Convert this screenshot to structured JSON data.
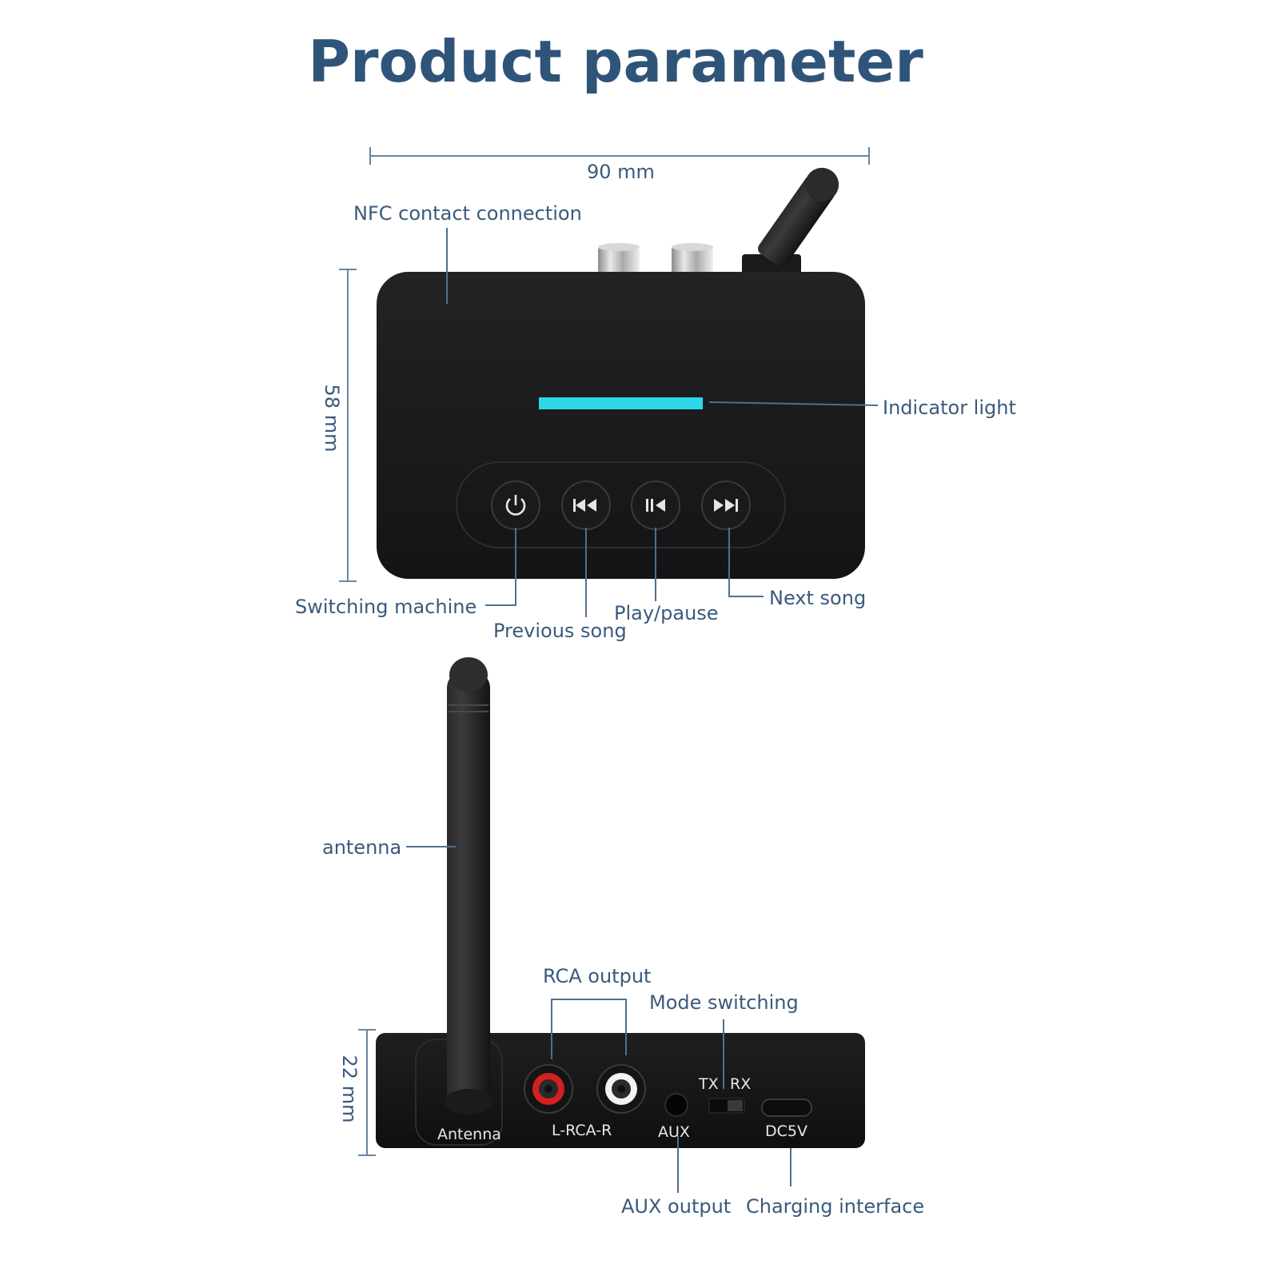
{
  "title": "Product parameter",
  "dimensions": {
    "width": "90 mm",
    "height": "58 mm",
    "depth": "22 mm"
  },
  "callouts": {
    "nfc": "NFC contact connection",
    "indicator": "Indicator light",
    "switching_machine": "Switching machine",
    "previous_song": "Previous song",
    "play_pause": "Play/pause",
    "next_song": "Next song",
    "antenna": "antenna",
    "rca_output": "RCA output",
    "mode_switching": "Mode switching",
    "aux_output": "AUX output",
    "charging_interface": "Charging interface"
  },
  "device_markings": {
    "antenna_port": "Antenna",
    "rca_port": "L-RCA-R",
    "aux_port": "AUX",
    "dc_port": "DC5V",
    "tx": "TX",
    "rx": "RX"
  },
  "buttons": [
    {
      "icon": "power-icon"
    },
    {
      "icon": "previous-track-icon"
    },
    {
      "icon": "play-pause-icon"
    },
    {
      "icon": "next-track-icon"
    }
  ],
  "colors": {
    "text": "#3a5a7c",
    "title": "#2f5479",
    "device": "#1c1c1e",
    "indicator": "#2fd8e8",
    "rca_left": "#d42020",
    "rca_right": "#f2f2f2"
  }
}
